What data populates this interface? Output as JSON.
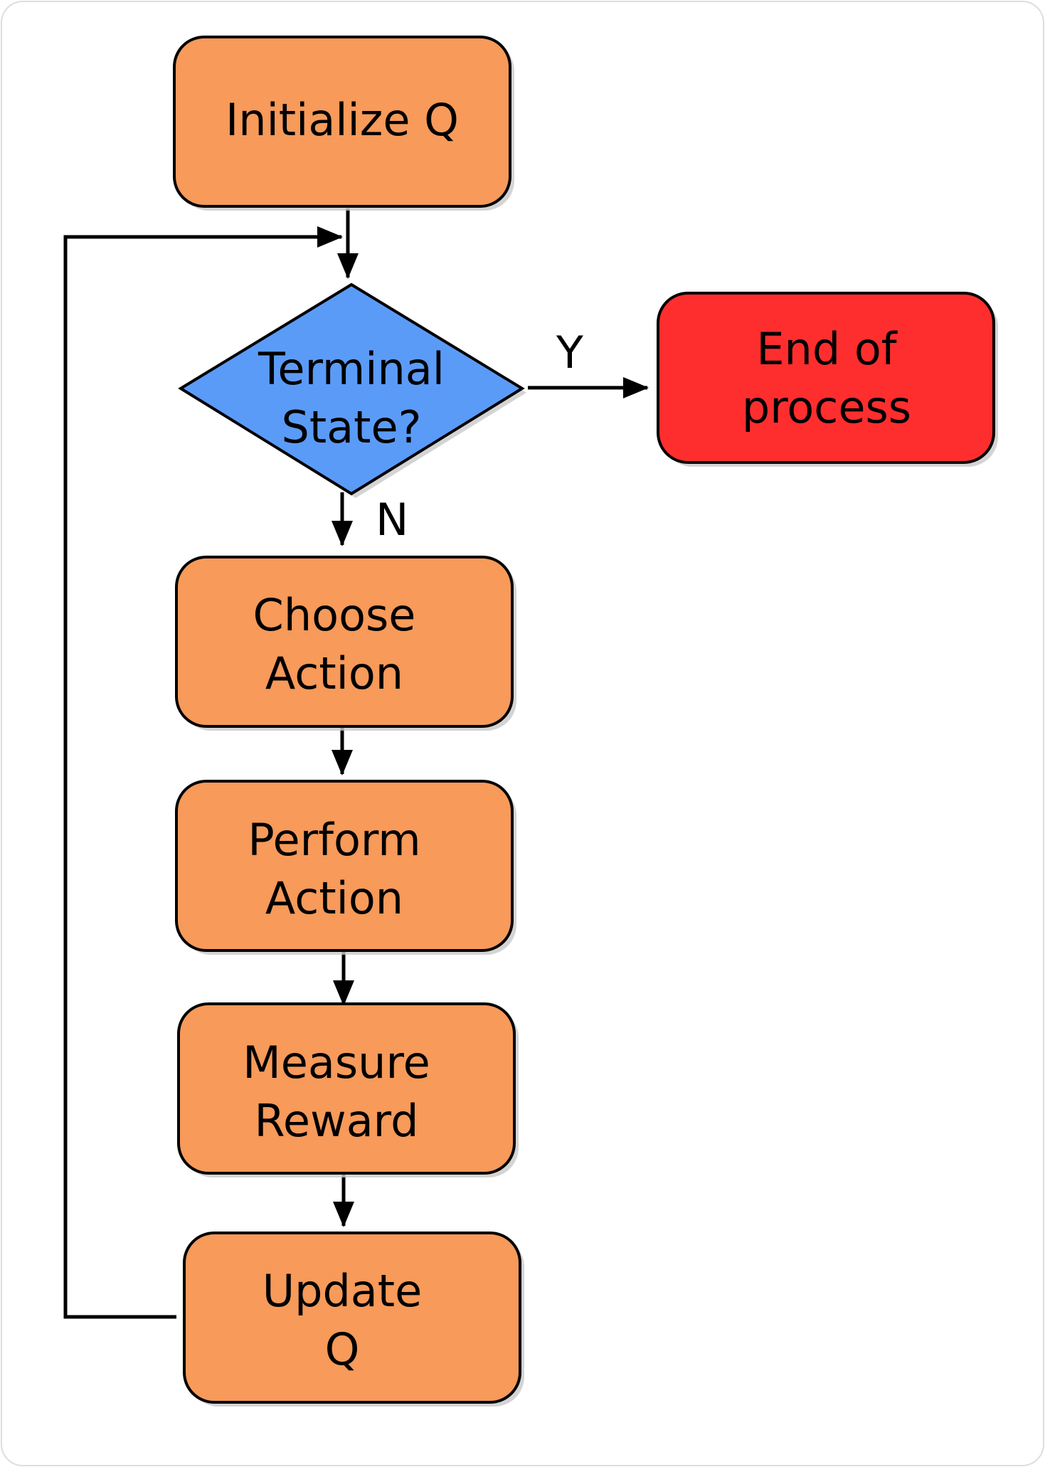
{
  "colors": {
    "process": "#F79A5A",
    "decision": "#5B9BF8",
    "terminal": "#FF2E2E",
    "stroke": "#000000",
    "shadow": "#c9c9c9"
  },
  "nodes": {
    "initialize": {
      "line1": "Initialize Q"
    },
    "decision": {
      "line1": "Terminal",
      "line2": "State?"
    },
    "end": {
      "line1": "End of",
      "line2": "process"
    },
    "choose": {
      "line1": "Choose",
      "line2": "Action"
    },
    "perform": {
      "line1": "Perform",
      "line2": "Action"
    },
    "measure": {
      "line1": "Measure",
      "line2": "Reward"
    },
    "update": {
      "line1": "Update",
      "line2": "Q"
    }
  },
  "edges": {
    "yes_label": "Y",
    "no_label": "N"
  }
}
